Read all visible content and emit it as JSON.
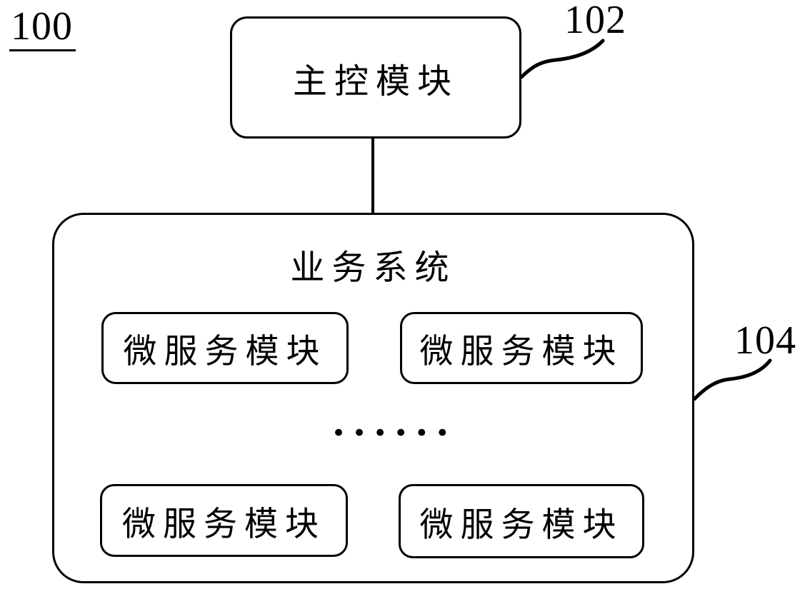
{
  "figure": {
    "figure_label": "100",
    "main_module": {
      "label": "主控模块",
      "ref": "102"
    },
    "business_system": {
      "label": "业务系统",
      "ref": "104",
      "ellipsis": "••••••",
      "modules": [
        {
          "label": "微服务模块"
        },
        {
          "label": "微服务模块"
        },
        {
          "label": "微服务模块"
        },
        {
          "label": "微服务模块"
        }
      ]
    }
  },
  "colors": {
    "line": "#000000",
    "background": "#ffffff"
  }
}
